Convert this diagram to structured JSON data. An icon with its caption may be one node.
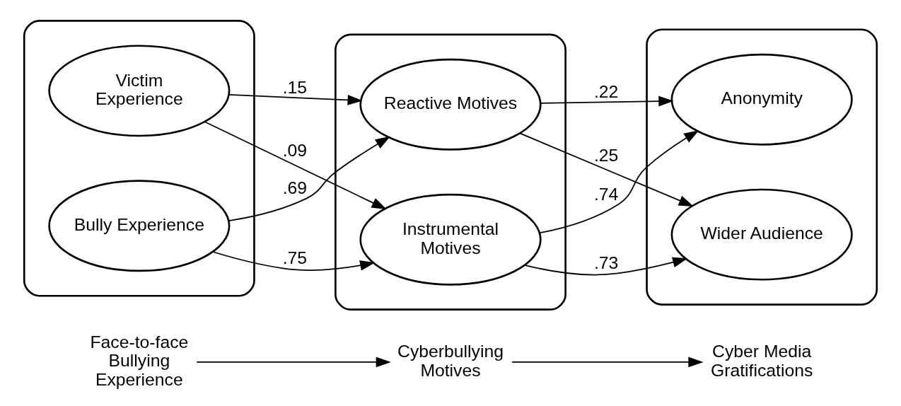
{
  "diagram": {
    "nodes": [
      {
        "text": [
          "Face-to-face Bullying Experience"
        ]
      },
      {
        "text": [
          "Cyberbullying Motives"
        ]
      },
      {
        "text": [
          "Cyber Media Gratifications"
        ]
      },
      {
        "text": [],
        "shape": "box"
      },
      {
        "text": [
          "Victim Experience"
        ],
        "in": 3
      },
      {
        "text": [
          "Bully Experience"
        ],
        "in": 3
      },
      {
        "text": [],
        "shape": "box"
      },
      {
        "text": [
          "Reactive Motives"
        ],
        "in": 6
      },
      {
        "text": [
          "Instrumental Motives"
        ],
        "in": 6
      },
      {
        "text": [],
        "shape": "box"
      },
      {
        "text": [
          "Anonymity"
        ],
        "in": 9
      },
      {
        "text": [
          "Wider Audience"
        ],
        "in": 9
      }
    ],
    "edges": [
      {
        "from": 0,
        "to": 1,
        "arrow": "to"
      },
      {
        "from": 1,
        "to": 2,
        "arrow": "to"
      },
      {
        "from": 4,
        "to": 7,
        "arrow": "to",
        "label": ".15"
      },
      {
        "from": 4,
        "to": 8,
        "arrow": "to",
        "label": ".09"
      },
      {
        "from": 5,
        "to": 7,
        "arrow": "to",
        "label": ".69"
      },
      {
        "from": 5,
        "to": 8,
        "arrow": "to",
        "label": ".75"
      },
      {
        "from": 7,
        "to": 10,
        "arrow": "to",
        "label": ".22"
      },
      {
        "from": 7,
        "to": 11,
        "arrow": "to",
        "label": ".25"
      },
      {
        "from": 8,
        "to": 10,
        "arrow": "to",
        "label": ".74"
      },
      {
        "from": 8,
        "to": 11,
        "arrow": "to",
        "label": ".73"
      }
    ]
  }
}
